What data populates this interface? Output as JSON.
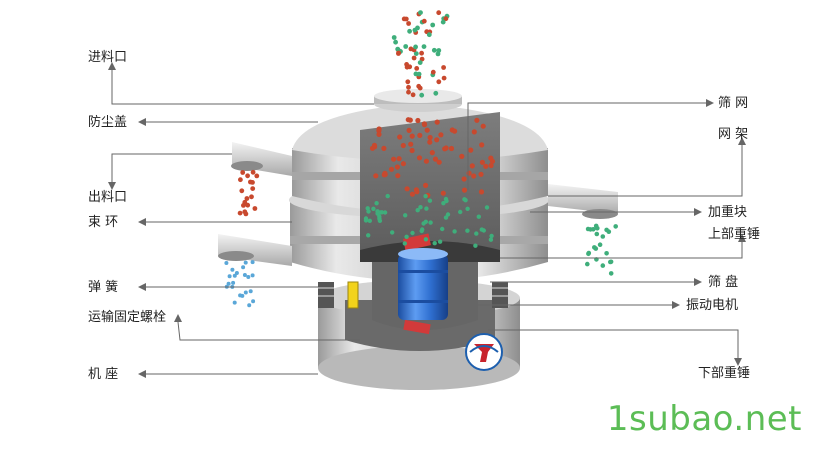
{
  "labels_left": [
    {
      "key": "feed",
      "text": "进料口"
    },
    {
      "key": "dust",
      "text": "防尘盖"
    },
    {
      "key": "outlet",
      "text": "出料口"
    },
    {
      "key": "clamp",
      "text": "束 环"
    },
    {
      "key": "spring",
      "text": "弹 簧"
    },
    {
      "key": "bolt",
      "text": "运输固定螺栓"
    },
    {
      "key": "base",
      "text": "机 座"
    }
  ],
  "labels_right": [
    {
      "key": "mesh",
      "text": "筛 网"
    },
    {
      "key": "frame",
      "text": "网 架"
    },
    {
      "key": "weight",
      "text": "加重块"
    },
    {
      "key": "upper",
      "text": "上部重锤"
    },
    {
      "key": "tray",
      "text": "筛 盘"
    },
    {
      "key": "motor",
      "text": "振动电机"
    },
    {
      "key": "lower",
      "text": "下部重锤"
    }
  ],
  "watermark": "1subao.net",
  "colors": {
    "metal_light": "#e4e4e4",
    "metal_dark": "#8a8a8a",
    "particle_red": "#c8492e",
    "particle_green": "#3fae7b",
    "particle_blue": "#5aa7d8",
    "motor_blue": "#2f6fd0",
    "logo_red": "#c8232c",
    "logo_blue": "#1d5fae",
    "spring_yellow": "#f2d31b",
    "watermark_green": "#4fb848"
  }
}
